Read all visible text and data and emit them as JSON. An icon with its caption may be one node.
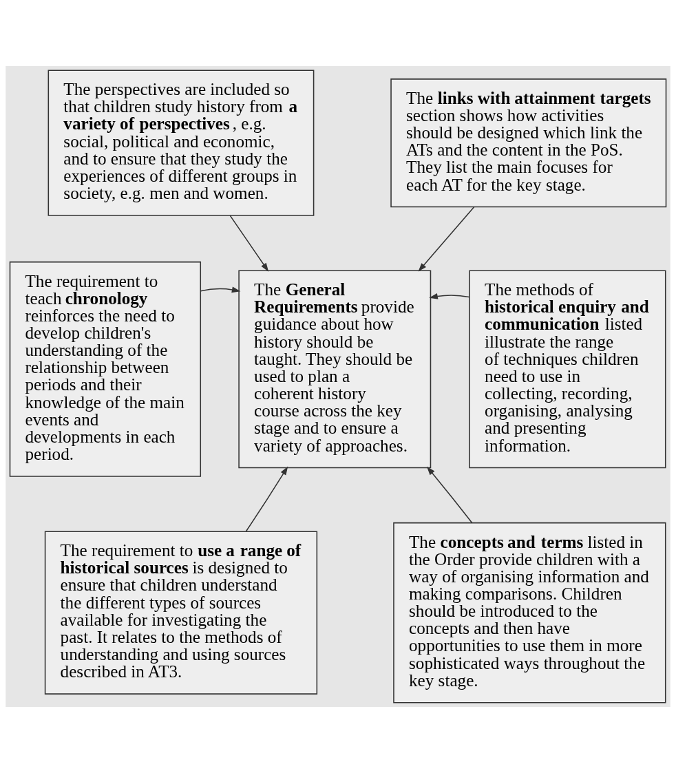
{
  "diagram": {
    "nodes": [
      {
        "text": [
          "The perspectives are included so that children study history from **a variety of perspectives**, e.g. social, political and economic, and to ensure that they study the experiences of different groups in society, e.g. men and women."
        ]
      },
      {
        "text": [
          "The **links with attainment targets** section shows how activities should be designed which link the ATs and the content in the PoS. They list the main focuses for each AT for the key stage."
        ]
      },
      {
        "text": [
          "The requirement to teach **chronology** reinforces the need to develop children's understanding of the relationship between periods and their knowledge of the main events and developments in each period."
        ]
      },
      {
        "text": [
          "The **General Requirements** provide guidance about how history should be taught. They should be used to plan a coherent history course across the key stage and to ensure a variety of approaches."
        ]
      },
      {
        "text": [
          "The methods of **historical enquiry and communication** listed illustrate the range of techniques children need to use in collecting, recording, organising, analysing and presenting information."
        ]
      },
      {
        "text": [
          "The requirement to **use a range of historical sources** is designed to ensure that children understand the different types of sources available for investigating the past. It relates to the methods of understanding and using sources described in AT3."
        ]
      },
      {
        "text": [
          "The **concepts and terms** listed in the Order provide children with a way of organising information and making comparisons. Children should be introduced to the concepts and then have opportunities to use them in more sophisticated ways throughout the key stage."
        ]
      }
    ],
    "edges": [
      {
        "from": 0,
        "to": 3,
        "arrow": "to"
      },
      {
        "from": 1,
        "to": 3,
        "arrow": "to"
      },
      {
        "from": 2,
        "to": 3,
        "arrow": "to"
      },
      {
        "from": 4,
        "to": 3,
        "arrow": "to"
      },
      {
        "from": 5,
        "to": 3,
        "arrow": "to"
      },
      {
        "from": 6,
        "to": 3,
        "arrow": "to"
      }
    ]
  }
}
